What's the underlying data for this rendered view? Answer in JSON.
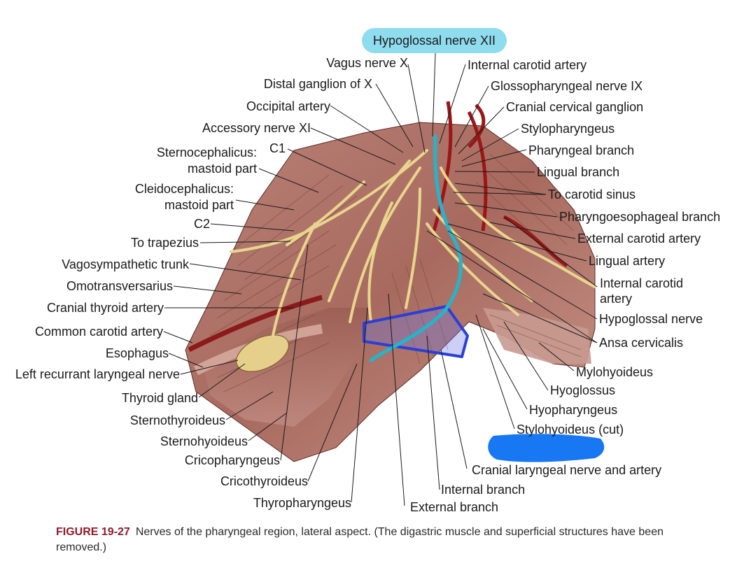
{
  "highlight_label": "Hypoglossal nerve XII",
  "labels": {
    "vagus": "Vagus nerve X",
    "distal_ganglion": "Distal ganglion of X",
    "occipital": "Occipital artery",
    "accessory": "Accessory nerve XI",
    "c1": "C1",
    "sterno1": "Sternocephalicus:",
    "sterno2": "mastoid part",
    "cleido1": "Cleidocephalicus:",
    "cleido2": "mastoid part",
    "c2": "C2",
    "trapezius": "To trapezius",
    "vagosym": "Vagosympathetic trunk",
    "omotrans": "Omotransversarius",
    "cran_thyroid": "Cranial thyroid artery",
    "common_carotid": "Common carotid artery",
    "esophagus": "Esophagus",
    "left_recurrent": "Left recurrant laryngeal nerve",
    "thyroid_gland": "Thyroid gland",
    "sternothyroid": "Sternothyroideus",
    "sternohyoid": "Sternohyoideus",
    "cricopharyngeus": "Cricopharyngeus",
    "cricothyroid": "Cricothyroideus",
    "thyropharyngeus": "Thyropharyngeus",
    "int_carotid_top": "Internal carotid artery",
    "glosso": "Glossopharyngeal nerve IX",
    "cranial_cervical": "Cranial cervical ganglion",
    "stylopharyngeus": "Stylopharyngeus",
    "pharyngeal_branch": "Pharyngeal branch",
    "lingual_branch": "Lingual branch",
    "carotid_sinus": "To carotid sinus",
    "pharyngoesoph": "Pharyngoesophageal branch",
    "ext_carotid": "External carotid artery",
    "lingual_artery": "Lingual artery",
    "int_carotid_1": "Internal carotid",
    "int_carotid_2": "artery",
    "hypoglossal": "Hypoglossal nerve",
    "ansa": "Ansa cervicalis",
    "mylohyoid": "Mylohyoideus",
    "hyoglossus": "Hyoglossus",
    "hyopharyngeus": "Hyopharyngeus",
    "stylohyoid": "Stylohyoideus (cut)",
    "cranial_laryngeal": "Cranial laryngeal nerve and artery",
    "internal_branch": "Internal branch",
    "external_branch": "External branch"
  },
  "caption": {
    "number": "FIGURE 19-27",
    "text": "Nerves of the pharyngeal region, lateral aspect. (The digastric muscle and superficial structures have been removed.)"
  },
  "colors": {
    "highlight": "#8fdcef",
    "traced_nerve": "#22b5cc",
    "outlined_region": "#2a3fd6",
    "redaction": "#1877f2",
    "caption_number": "#8b1c2c"
  }
}
